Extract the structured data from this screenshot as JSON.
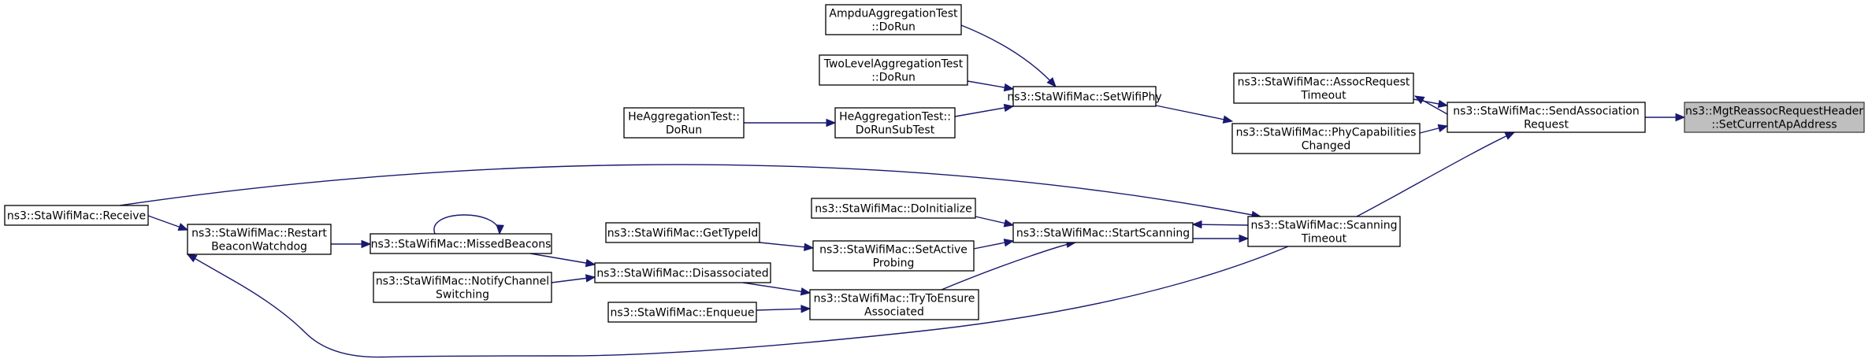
{
  "nodes": {
    "set_current_ap": {
      "lines": [
        "ns3::MgtReassocRequestHeader",
        "::SetCurrentApAddress"
      ],
      "highlighted": true
    },
    "send_association": {
      "lines": [
        "ns3::StaWifiMac::SendAssociation",
        "Request"
      ]
    },
    "assoc_request_timeout": {
      "lines": [
        "ns3::StaWifiMac::AssocRequest",
        "Timeout"
      ]
    },
    "phy_capabilities_changed": {
      "lines": [
        "ns3::StaWifiMac::PhyCapabilities",
        "Changed"
      ]
    },
    "scanning_timeout": {
      "lines": [
        "ns3::StaWifiMac::Scanning",
        "Timeout"
      ]
    },
    "set_wifi_phy": {
      "lines": [
        "ns3::StaWifiMac::SetWifiPhy"
      ]
    },
    "ampdu_aggregation": {
      "lines": [
        "AmpduAggregationTest",
        "::DoRun"
      ]
    },
    "two_level_aggregation": {
      "lines": [
        "TwoLevelAggregationTest",
        "::DoRun"
      ]
    },
    "he_aggregation_subtest": {
      "lines": [
        "HeAggregationTest::",
        "DoRunSubTest"
      ]
    },
    "he_aggregation_dorun": {
      "lines": [
        "HeAggregationTest::",
        "DoRun"
      ]
    },
    "receive": {
      "lines": [
        "ns3::StaWifiMac::Receive"
      ]
    },
    "start_scanning": {
      "lines": [
        "ns3::StaWifiMac::StartScanning"
      ]
    },
    "do_initialize": {
      "lines": [
        "ns3::StaWifiMac::DoInitialize"
      ]
    },
    "set_active_probing": {
      "lines": [
        "ns3::StaWifiMac::SetActive",
        "Probing"
      ]
    },
    "try_to_ensure": {
      "lines": [
        "ns3::StaWifiMac::TryToEnsure",
        "Associated"
      ]
    },
    "get_type_id": {
      "lines": [
        "ns3::StaWifiMac::GetTypeId"
      ]
    },
    "disassociated": {
      "lines": [
        "ns3::StaWifiMac::Disassociated"
      ]
    },
    "enqueue": {
      "lines": [
        "ns3::StaWifiMac::Enqueue"
      ]
    },
    "missed_beacons": {
      "lines": [
        "ns3::StaWifiMac::MissedBeacons"
      ]
    },
    "notify_channel_switching": {
      "lines": [
        "ns3::StaWifiMac::NotifyChannel",
        "Switching"
      ]
    },
    "restart_beacon_watchdog": {
      "lines": [
        "ns3::StaWifiMac::Restart",
        "BeaconWatchdog"
      ]
    }
  },
  "edges": [
    [
      "send_association",
      "set_current_ap"
    ],
    [
      "assoc_request_timeout",
      "send_association"
    ],
    [
      "send_association",
      "assoc_request_timeout"
    ],
    [
      "phy_capabilities_changed",
      "send_association"
    ],
    [
      "scanning_timeout",
      "send_association"
    ],
    [
      "set_wifi_phy",
      "phy_capabilities_changed"
    ],
    [
      "ampdu_aggregation",
      "set_wifi_phy"
    ],
    [
      "two_level_aggregation",
      "set_wifi_phy"
    ],
    [
      "he_aggregation_subtest",
      "set_wifi_phy"
    ],
    [
      "he_aggregation_dorun",
      "he_aggregation_subtest"
    ],
    [
      "receive",
      "scanning_timeout"
    ],
    [
      "start_scanning",
      "scanning_timeout"
    ],
    [
      "scanning_timeout",
      "start_scanning"
    ],
    [
      "do_initialize",
      "start_scanning"
    ],
    [
      "set_active_probing",
      "start_scanning"
    ],
    [
      "try_to_ensure",
      "start_scanning"
    ],
    [
      "get_type_id",
      "set_active_probing"
    ],
    [
      "disassociated",
      "try_to_ensure"
    ],
    [
      "enqueue",
      "try_to_ensure"
    ],
    [
      "missed_beacons",
      "disassociated"
    ],
    [
      "missed_beacons",
      "missed_beacons"
    ],
    [
      "notify_channel_switching",
      "disassociated"
    ],
    [
      "restart_beacon_watchdog",
      "missed_beacons"
    ],
    [
      "receive",
      "restart_beacon_watchdog"
    ],
    [
      "scanning_timeout",
      "restart_beacon_watchdog"
    ]
  ]
}
